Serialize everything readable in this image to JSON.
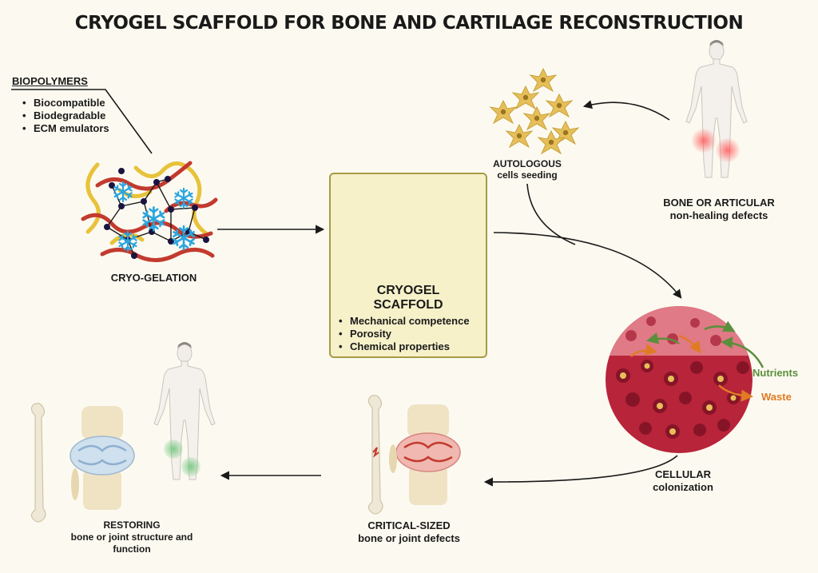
{
  "title": "CRYOGEL SCAFFOLD FOR BONE AND CARTILAGE RECONSTRUCTION",
  "biopolymers": {
    "heading": "BIOPOLYMERS",
    "properties": [
      "Biocompatible",
      "Biodegradable",
      "ECM emulators"
    ]
  },
  "cryo_gelation": {
    "label": "CRYO-GELATION"
  },
  "scaffold": {
    "title_line1": "CRYOGEL",
    "title_line2": "SCAFFOLD",
    "properties": [
      "Mechanical competence",
      "Porosity",
      "Chemical properties"
    ]
  },
  "autologous": {
    "line1": "AUTOLOGOUS",
    "line2": "cells seeding"
  },
  "defects_patient": {
    "line1": "BONE OR ARTICULAR",
    "line2": "non-healing defects"
  },
  "colonization": {
    "line1": "CELLULAR",
    "line2": "colonization",
    "nutrients": "Nutrients",
    "waste": "Waste"
  },
  "critical": {
    "line1": "CRITICAL-SIZED",
    "line2": "bone or joint defects"
  },
  "restoring": {
    "line1": "RESTORING",
    "line2": "bone or joint structure and",
    "line3": "function"
  },
  "colors": {
    "background": "#fcfaf0",
    "scaffold_red": "#c1293f",
    "box_fill": "#f6f1c9",
    "box_border": "#a79a47",
    "nutrients_green": "#5b8f3c",
    "waste_orange": "#e07b24",
    "polymer_yellow": "#e8c23a",
    "polymer_red": "#c33a2e",
    "ice_blue": "#2aa5e0",
    "cell_tan": "#e6bf5a"
  },
  "icons": [
    "snowflake-icon",
    "human-figure-icon",
    "femur-bone-icon",
    "knee-joint-icon",
    "cell-icon",
    "arrow-icon"
  ]
}
